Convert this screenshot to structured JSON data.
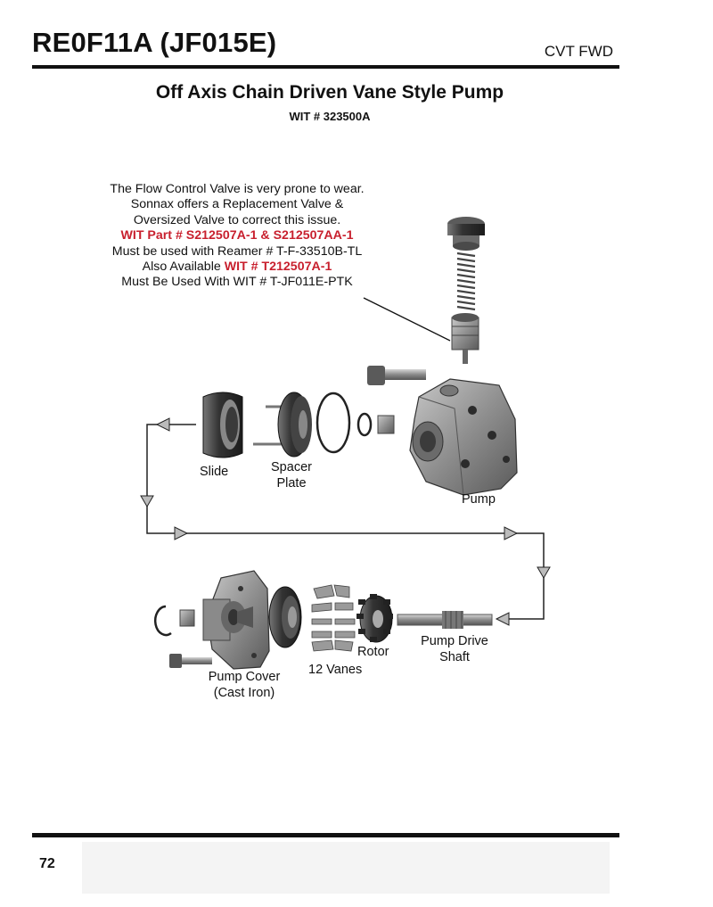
{
  "header": {
    "title": "RE0F11A (JF015E)",
    "category": "CVT FWD"
  },
  "section": {
    "title": "Off Axis Chain Driven Vane Style Pump",
    "subtitle": "WIT # 323500A"
  },
  "note": {
    "line1": "The Flow Control Valve is very prone to wear.",
    "line2": "Sonnax offers a Replacement Valve &",
    "line3": "Oversized Valve to correct this issue.",
    "line4_red": "WIT Part # S212507A-1 & S212507AA-1",
    "line5": "Must be used with Reamer # T-F-33510B-TL",
    "line6_prefix": "Also Available ",
    "line6_red": "WIT # T212507A-1",
    "line7": "Must Be Used With WIT # T-JF011E-PTK"
  },
  "labels": {
    "slide": "Slide",
    "spacer_plate_1": "Spacer",
    "spacer_plate_2": "Plate",
    "pump": "Pump",
    "pump_drive_shaft_1": "Pump Drive",
    "pump_drive_shaft_2": "Shaft",
    "rotor": "Rotor",
    "vanes": "12 Vanes",
    "pump_cover_1": "Pump Cover",
    "pump_cover_2": "(Cast Iron)"
  },
  "footer": {
    "page_number": "72"
  }
}
